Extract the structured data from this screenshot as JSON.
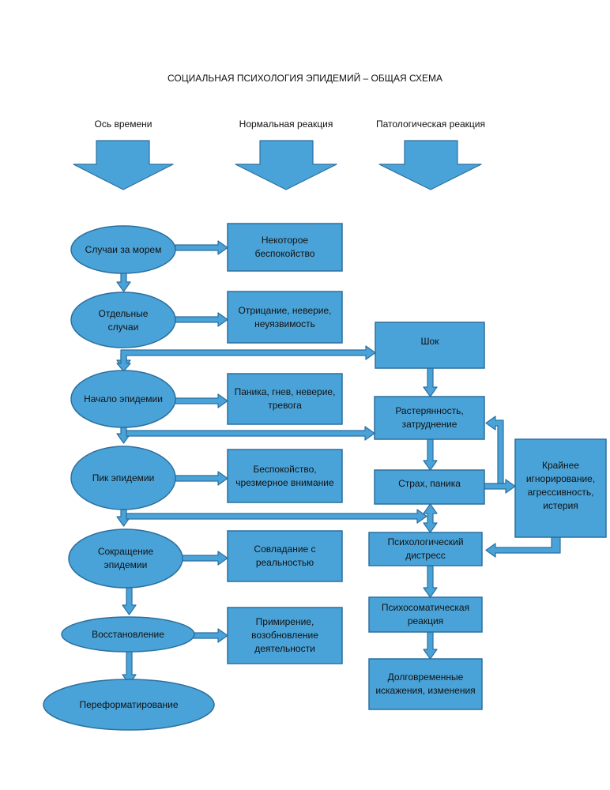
{
  "title": "СОЦИАЛЬНАЯ ПСИХОЛОГИЯ ЭПИДЕМИЙ – ОБЩАЯ СХЕМА",
  "headers": {
    "time_axis": "Ось времени",
    "normal": "Нормальная реакция",
    "pathological": "Патологическая реакция"
  },
  "colors": {
    "fill": "#4aa3d8",
    "stroke": "#2c6f9e",
    "text": "#111111",
    "background": "#ffffff"
  },
  "stages": [
    "Случаи за морем",
    "Отдельные случаи",
    "Начало эпидемии",
    "Пик эпидемии",
    "Сокращение эпидемии",
    "Восстановление",
    "Переформатирование"
  ],
  "normal_reactions": [
    "Некоторое беспокойство",
    "Отрицание, неверие, неуязвимость",
    "Паника, гнев, неверие, тревога",
    "Беспокойство, чрезмерное внимание",
    "Совладание с реальностью",
    "Примирение, возобновление деятельности"
  ],
  "pathological_reactions": [
    "Шок",
    "Растерянность, затруднение",
    "Страх, паника",
    "Психологический дистресс",
    "Психосоматическая реакция",
    "Долговременные искажения, изменения"
  ],
  "extreme_reaction": "Крайнее игнорирование, агрессивность, истерия"
}
